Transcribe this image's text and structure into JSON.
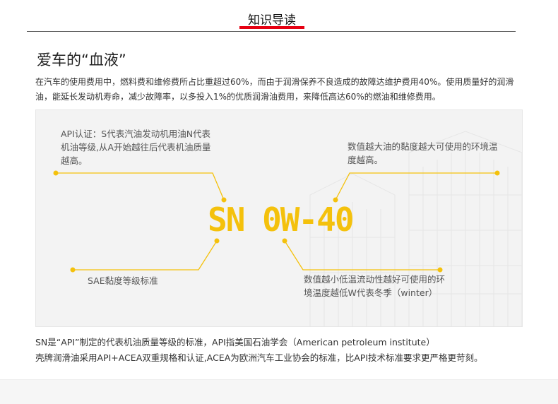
{
  "header": {
    "title": "知识导读"
  },
  "section": {
    "title": "爱车的“血液”",
    "intro": "在汽车的使用费用中，燃料费和维修费所占比重超过60%，而由于润滑保养不良造成的故障达维护费用40%。使用质量好的润滑油，能延长发动机寿命，减少故障率，以多投入1%的优质润滑油费用，来降低高达60%的燃油和维修费用。"
  },
  "diagram": {
    "spec_grade": "SN",
    "spec_viscosity": "0W-40",
    "callouts": {
      "api": "API认证：S代表汽油发动机用油N代表机油等级,从A开始越往后代表机油质量越高。",
      "high_number": "数值越大油的黏度越大可使用的环境温度越高。",
      "sae": "SAE黏度等级标准",
      "low_number": "数值越小低温流动性越好可使用的环境温度越低W代表冬季（winter）"
    },
    "accent_color": "#f4c10c"
  },
  "footer": {
    "line1": "SN是“API”制定的代表机油质量等级的标准，API指美国石油学会（American petroleum institute）",
    "line2": "壳牌润滑油采用API+ACEA双重规格和认证,ACEA为欧洲汽车工业协会的标准，比API技术标准要求更严格更苛刻。"
  },
  "colors": {
    "header_accent": "#e60012"
  }
}
